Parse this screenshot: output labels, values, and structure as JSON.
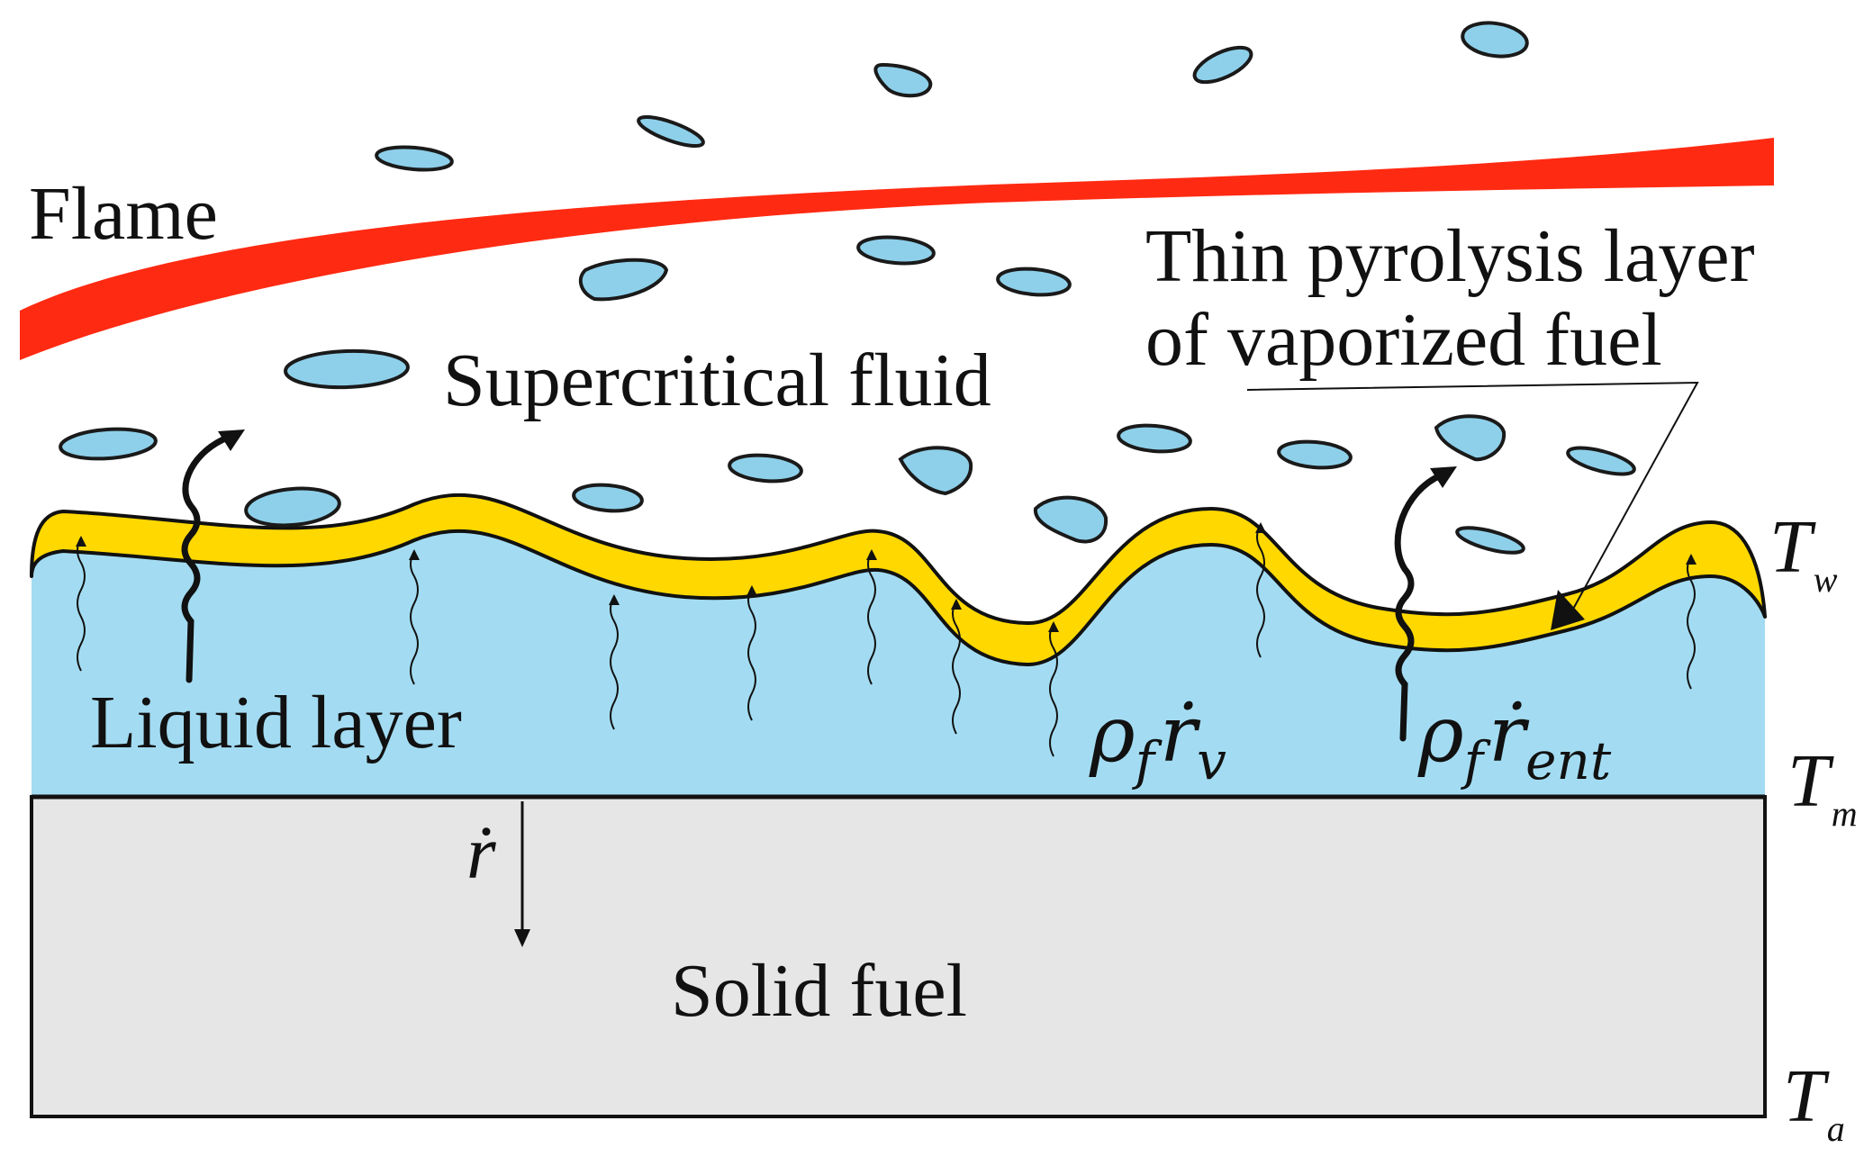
{
  "labels": {
    "flame": "Flame",
    "supercritical": "Supercritical fluid",
    "pyrolysis_line1": "Thin pyrolysis layer",
    "pyrolysis_line2": "of vaporized fuel",
    "liquid": "Liquid layer",
    "solid": "Solid fuel",
    "regression_rate": "ṙ",
    "rho": "ρ",
    "sub_f": "f",
    "r_dot": "ṙ",
    "sub_v": "v",
    "sub_ent": "ent",
    "T": "T",
    "sub_w": "w",
    "sub_m": "m",
    "sub_a": "a"
  },
  "colors": {
    "flame": "#ff2a12",
    "droplet": "#8ed0ea",
    "liquid": "#a3dcf2",
    "pyrolysis": "#ffd800",
    "solid": "#e6e6e6",
    "outline": "#1a1a1a"
  }
}
